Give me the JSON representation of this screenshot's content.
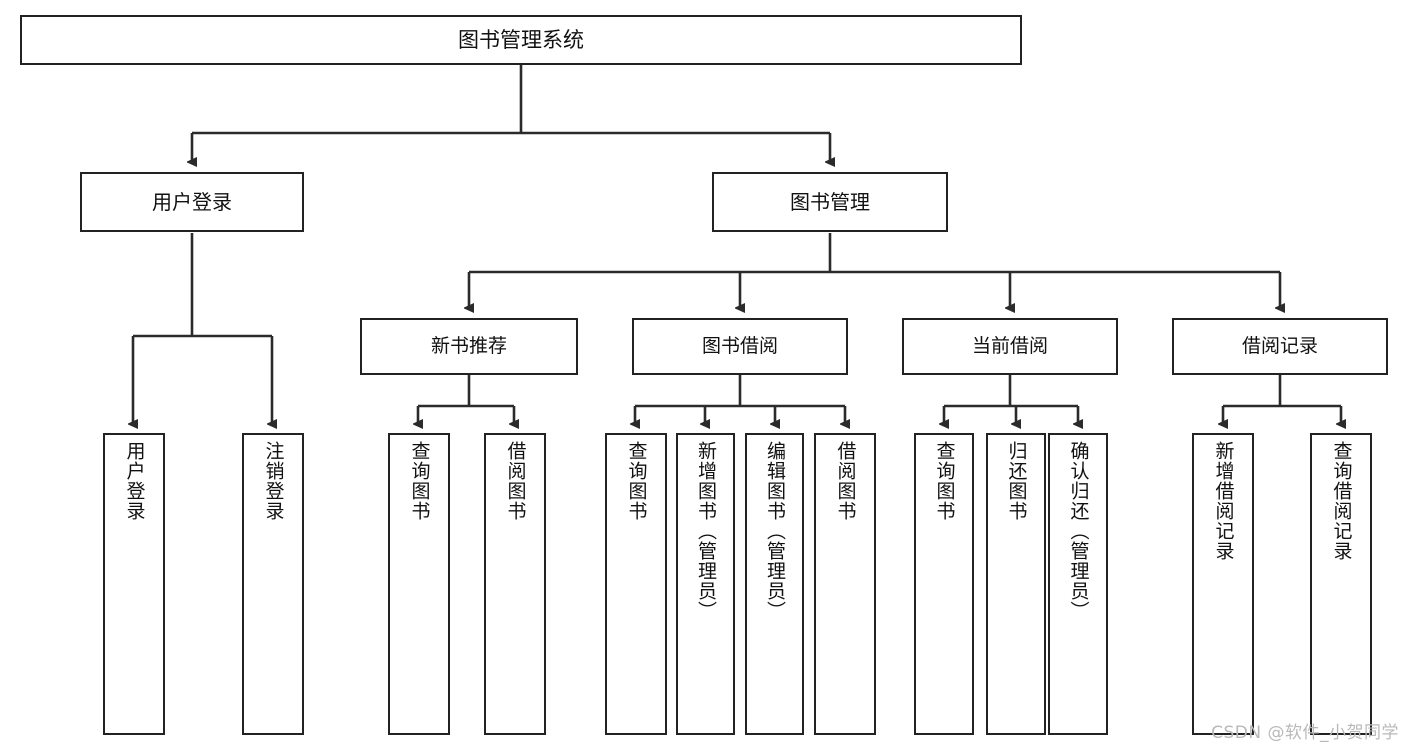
{
  "diagram": {
    "title": "图书管理系统",
    "type": "tree-hierarchy",
    "background_color": "#ffffff",
    "box_border_color": "#222222",
    "connector_color": "#333333"
  },
  "root": {
    "label": "图书管理系统"
  },
  "level2": [
    {
      "label": "用户登录"
    },
    {
      "label": "图书管理"
    }
  ],
  "level3": [
    {
      "label": "新书推荐"
    },
    {
      "label": "图书借阅"
    },
    {
      "label": "当前借阅"
    },
    {
      "label": "借阅记录"
    }
  ],
  "leaves": {
    "user_login": [
      {
        "label": "用户登录"
      },
      {
        "label": "注销登录"
      }
    ],
    "new_book_recommend": [
      {
        "label": "查询图书"
      },
      {
        "label": "借阅图书"
      }
    ],
    "book_borrow": [
      {
        "label": "查询图书"
      },
      {
        "label": "新增图书（管理员）"
      },
      {
        "label": "编辑图书（管理员）"
      },
      {
        "label": "借阅图书"
      }
    ],
    "current_borrow": [
      {
        "label": "查询图书"
      },
      {
        "label": "归还图书"
      },
      {
        "label": "确认归还（管理员）"
      }
    ],
    "borrow_record": [
      {
        "label": "新增借阅记录"
      },
      {
        "label": "查询借阅记录"
      }
    ]
  },
  "watermark": {
    "text": "CSDN @软件_小贺同学"
  }
}
